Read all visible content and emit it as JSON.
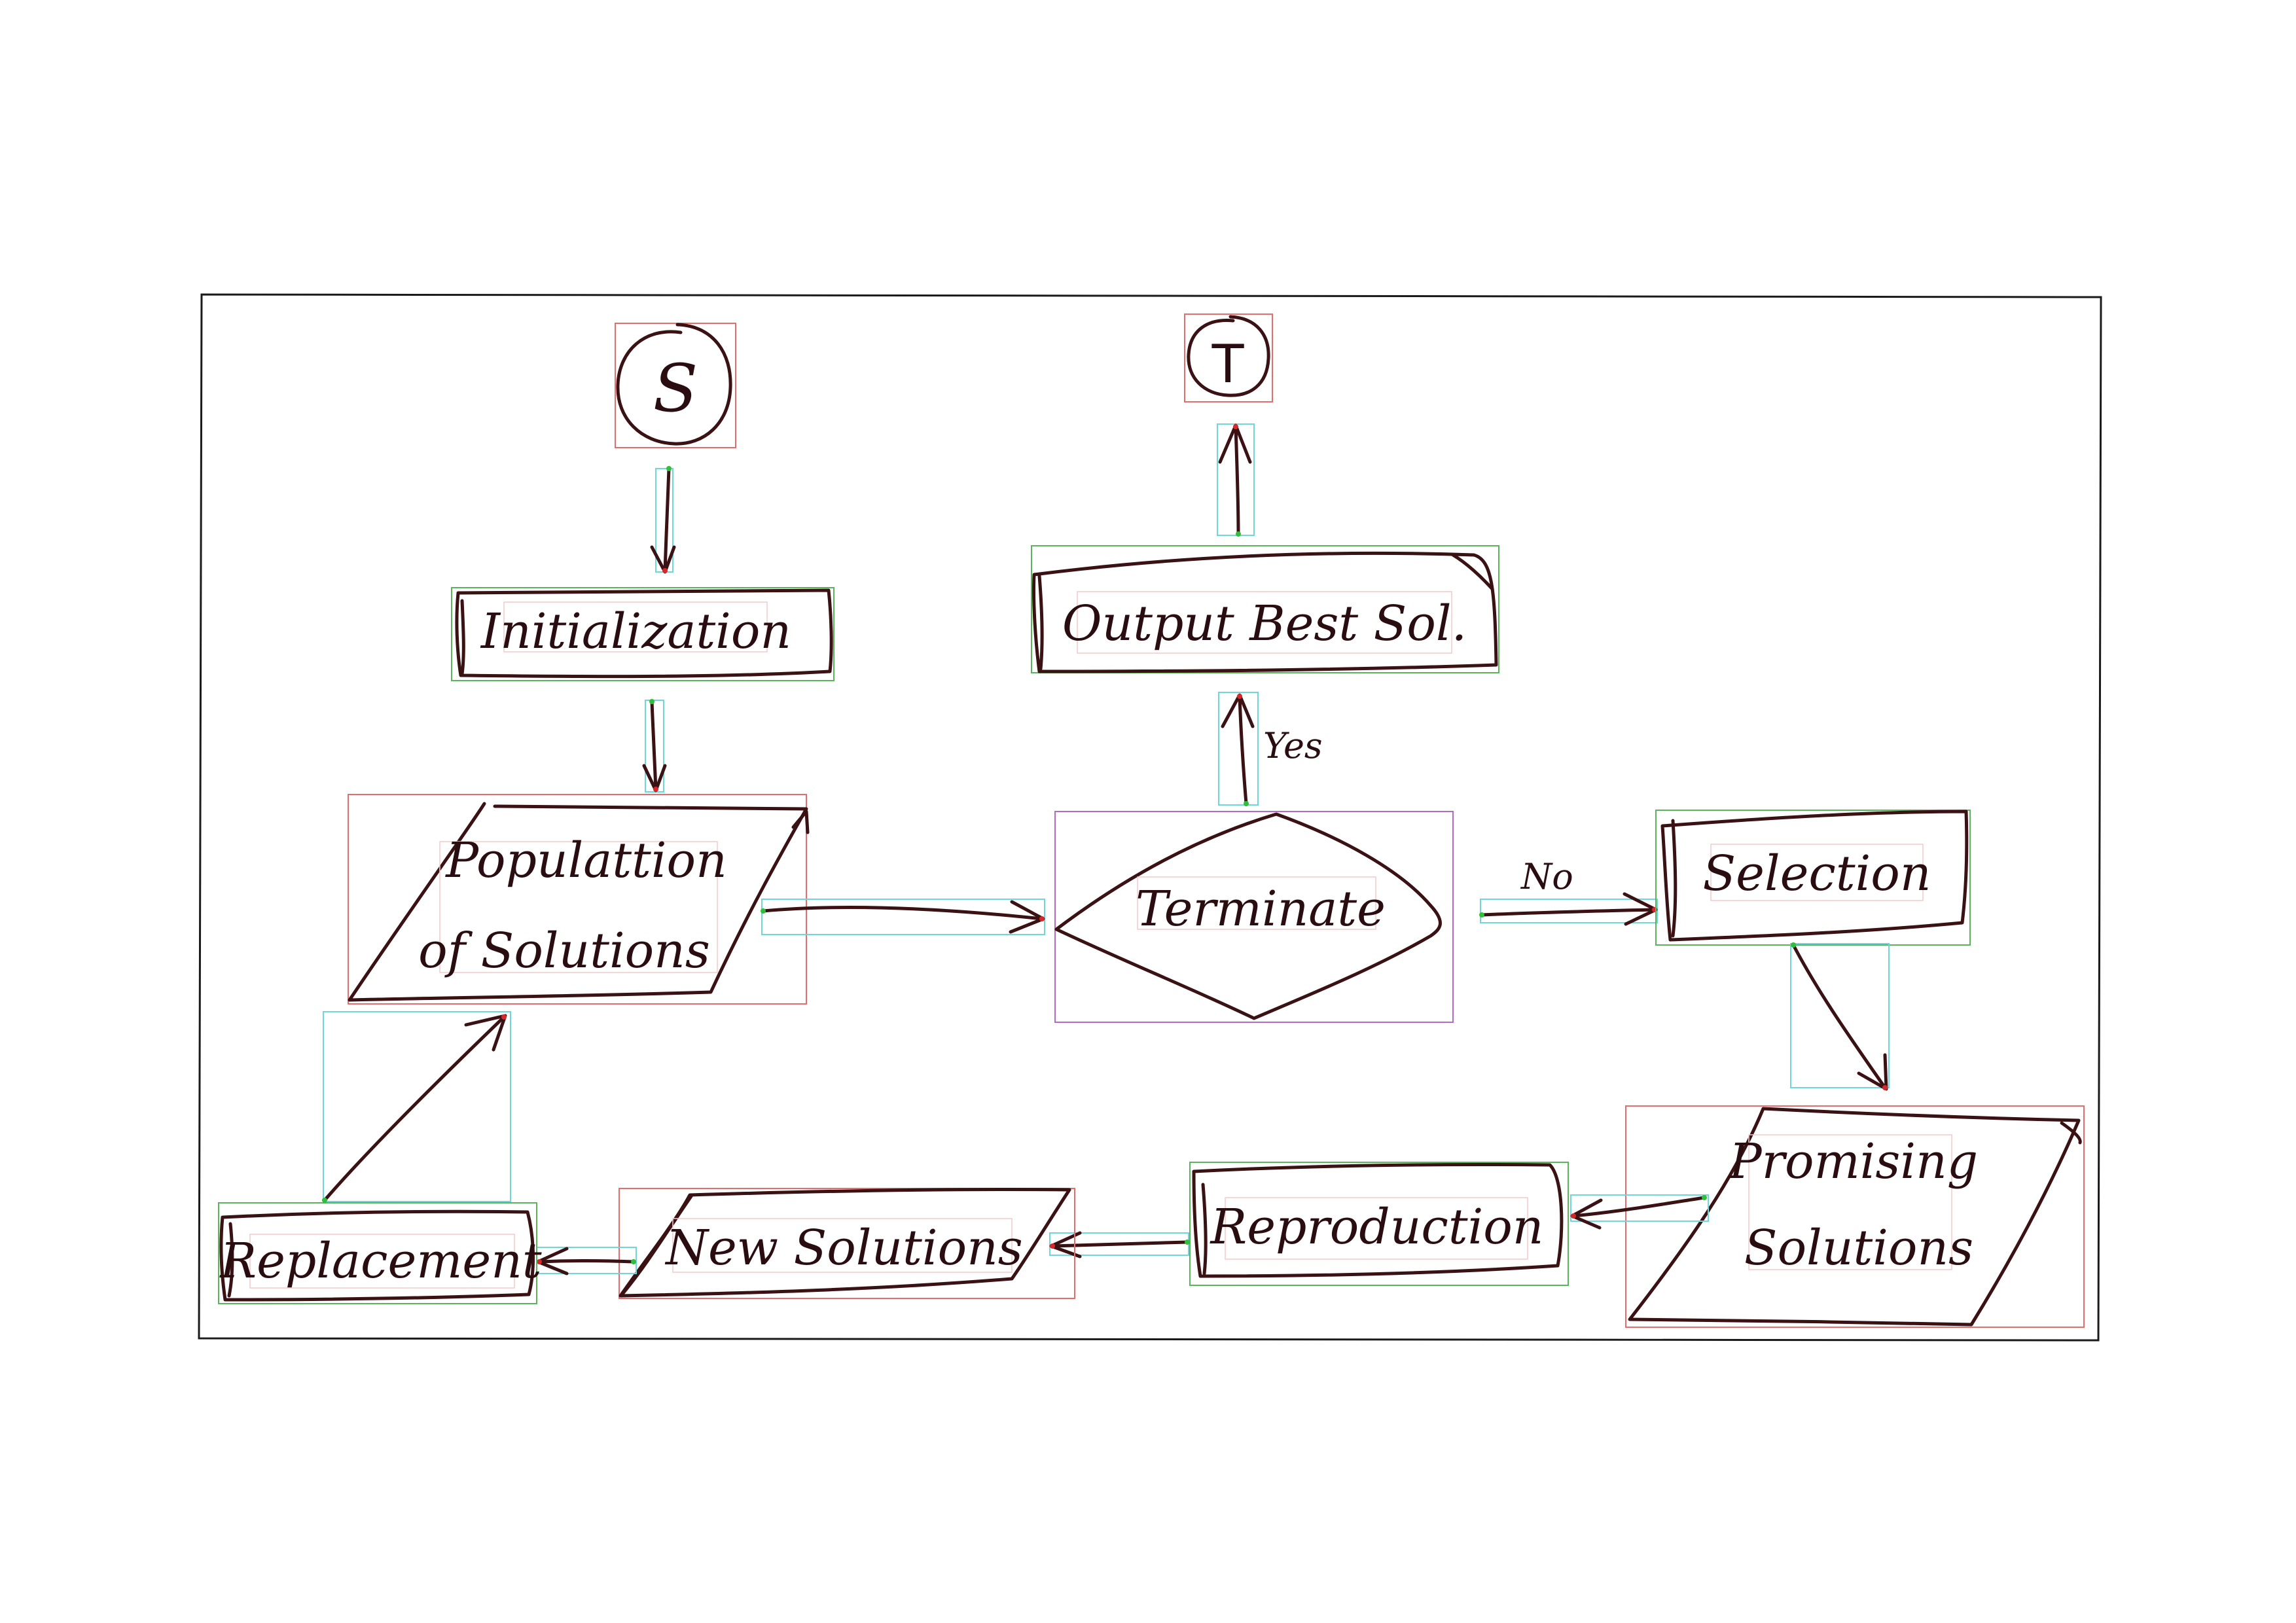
{
  "diagram": {
    "type": "flowchart",
    "nodes": {
      "start": {
        "label": "S",
        "shape": "circle"
      },
      "end": {
        "label": "T",
        "shape": "circle"
      },
      "initialization": {
        "label": "Initialization",
        "shape": "process"
      },
      "population": {
        "line1": "Populattion",
        "line2": "of Solutions",
        "shape": "data"
      },
      "terminate": {
        "label": "Terminate",
        "shape": "decision"
      },
      "output": {
        "label": "Output Best Sol.",
        "shape": "process"
      },
      "selection": {
        "label": "Selection",
        "shape": "process"
      },
      "promising": {
        "line1": "Promising",
        "line2": "Solutions",
        "shape": "data"
      },
      "reproduction": {
        "label": "Reproduction",
        "shape": "process"
      },
      "new_solutions": {
        "label": "New Solutions",
        "shape": "data"
      },
      "replacement": {
        "label": "Replacement",
        "shape": "process"
      }
    },
    "edges": [
      {
        "from": "start",
        "to": "initialization",
        "label": ""
      },
      {
        "from": "initialization",
        "to": "population",
        "label": ""
      },
      {
        "from": "population",
        "to": "terminate",
        "label": ""
      },
      {
        "from": "terminate",
        "to": "output",
        "label": "Yes"
      },
      {
        "from": "output",
        "to": "end",
        "label": ""
      },
      {
        "from": "terminate",
        "to": "selection",
        "label": "No"
      },
      {
        "from": "selection",
        "to": "promising",
        "label": ""
      },
      {
        "from": "promising",
        "to": "reproduction",
        "label": ""
      },
      {
        "from": "reproduction",
        "to": "new_solutions",
        "label": ""
      },
      {
        "from": "new_solutions",
        "to": "replacement",
        "label": ""
      },
      {
        "from": "replacement",
        "to": "population",
        "label": ""
      }
    ],
    "edge_labels": {
      "yes": "Yes",
      "no": "No"
    }
  },
  "colors": {
    "ink": "#3a1214",
    "frame": "#1a1a1a",
    "bbox_node": "#e26d6d",
    "bbox_process": "#5db35d",
    "bbox_decision": "#b06bc2",
    "bbox_arrow": "#6fd6da"
  }
}
